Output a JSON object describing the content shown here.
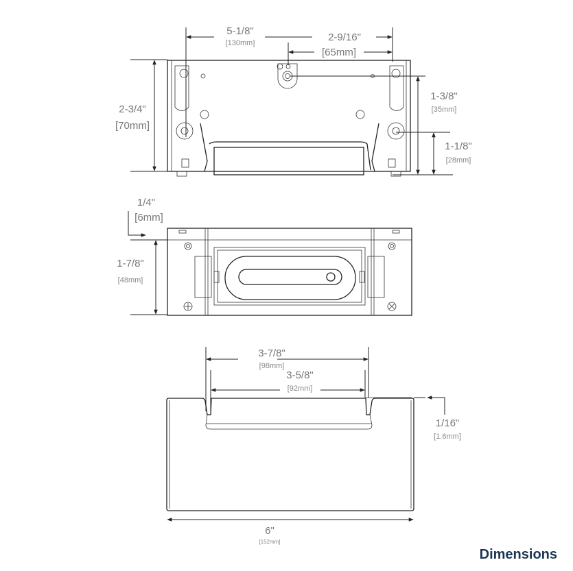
{
  "title": "Dimensions",
  "colors": {
    "title": "#1c3553",
    "dimension_text": "#777777",
    "lines": "#222222"
  },
  "top_view": {
    "width_outer": {
      "in": "5-1/8\"",
      "mm": "[130mm]"
    },
    "width_offset": {
      "in": "2-9/16\"",
      "mm": "[65mm]"
    },
    "height": {
      "in": "2-3/4\"",
      "mm": "[70mm]"
    },
    "upper_hole_height": {
      "in": "1-3/8\"",
      "mm": "[35mm]"
    },
    "lower_hole_height": {
      "in": "1-1/8\"",
      "mm": "[28mm]"
    }
  },
  "front_view": {
    "offset": {
      "in": "1/4\"",
      "mm": "[6mm]"
    },
    "height": {
      "in": "1-7/8\"",
      "mm": "[48mm]"
    }
  },
  "side_view": {
    "outer_notch": {
      "in": "3-7/8\"",
      "mm": "[98mm]"
    },
    "inner_notch": {
      "in": "3-5/8\"",
      "mm": "[92mm]"
    },
    "lip": {
      "in": "1/16\"",
      "mm": "[1.6mm]"
    },
    "width": {
      "in": "6\"",
      "mm": "[152mm]"
    }
  }
}
